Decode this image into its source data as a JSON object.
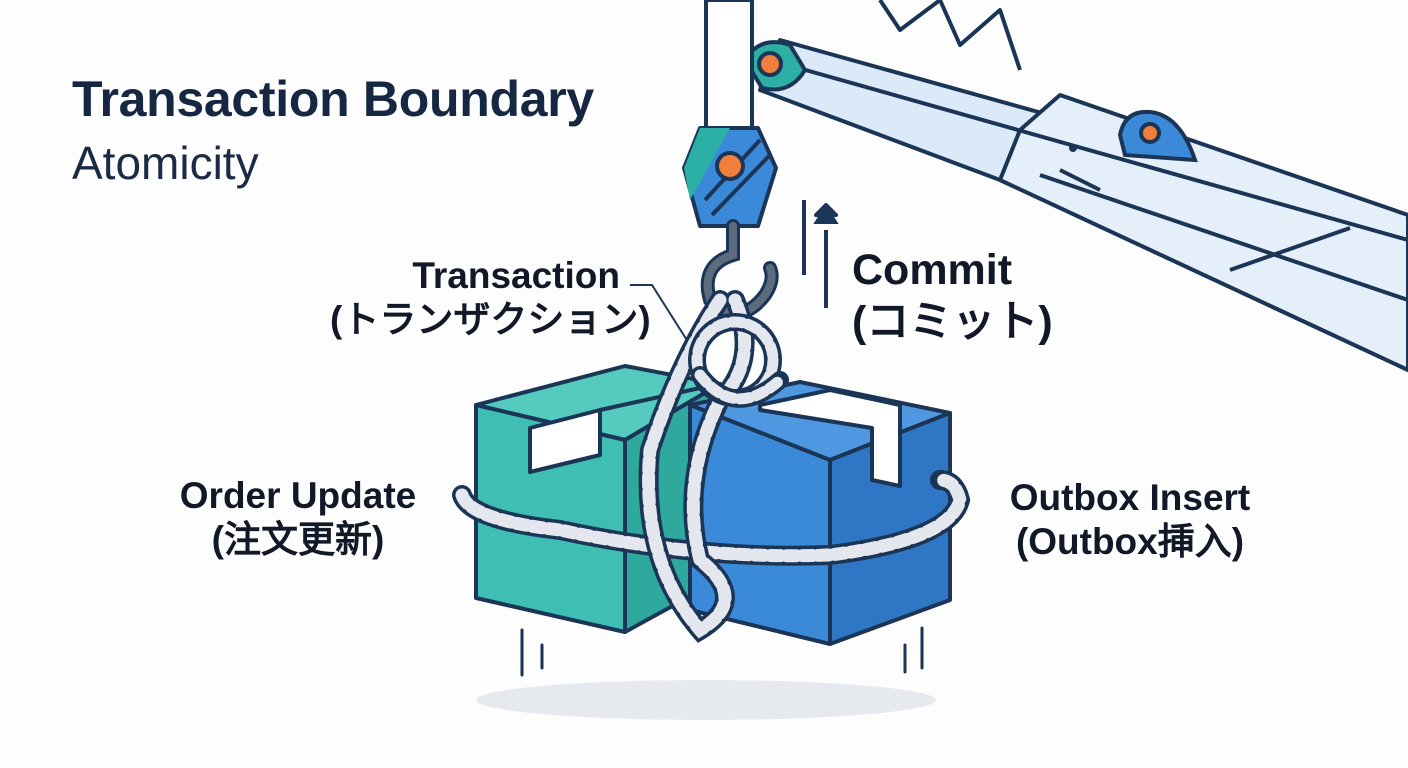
{
  "title": "Transaction Boundary",
  "subtitle": "Atomicity",
  "labels": {
    "transaction": {
      "en": "Transaction",
      "jp": "(トランザクション)"
    },
    "commit": {
      "en": "Commit",
      "jp": "(コミット)"
    },
    "order_update": {
      "en": "Order Update",
      "jp": "(注文更新)"
    },
    "outbox_insert": {
      "en": "Outbox Insert",
      "jp": "(Outbox挿入)"
    }
  },
  "colors": {
    "outline": "#1b3556",
    "teal_box": "#3fbfb3",
    "blue_box": "#3b8ad9",
    "crane": "#dbe9f8",
    "accent": "#f07f3c",
    "rope": "#dfe4ea"
  }
}
